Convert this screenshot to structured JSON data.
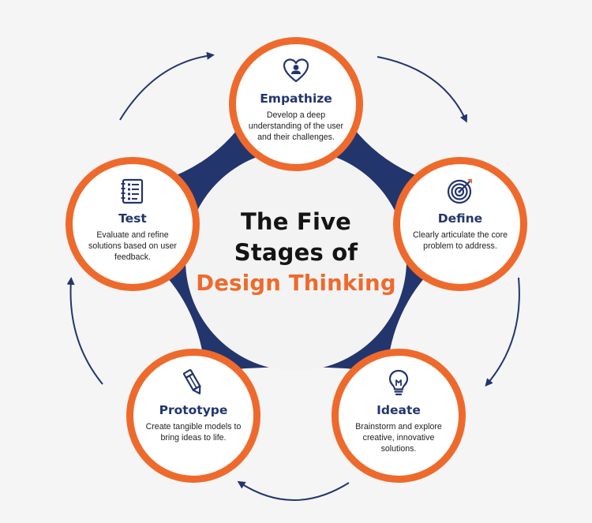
{
  "center": {
    "line1": "The Five",
    "line2": "Stages of",
    "line3": "Design Thinking"
  },
  "stages": [
    {
      "title": "Empathize",
      "icon": "heart-user-icon",
      "description": "Develop a deep understanding of the user and their challenges."
    },
    {
      "title": "Define",
      "icon": "target-icon",
      "description": "Clearly articulate the core problem to address."
    },
    {
      "title": "Ideate",
      "icon": "lightbulb-icon",
      "description": "Brainstorm and explore creative, innovative solutions."
    },
    {
      "title": "Prototype",
      "icon": "pencil-icon",
      "description": "Create tangible models to bring ideas to life."
    },
    {
      "title": "Test",
      "icon": "checklist-icon",
      "description": "Evaluate and refine solutions based on user feedback."
    }
  ],
  "colors": {
    "navy": "#23356d",
    "orange": "#ee6a2c",
    "background": "#f5f5f5",
    "title_text": "#141414"
  }
}
